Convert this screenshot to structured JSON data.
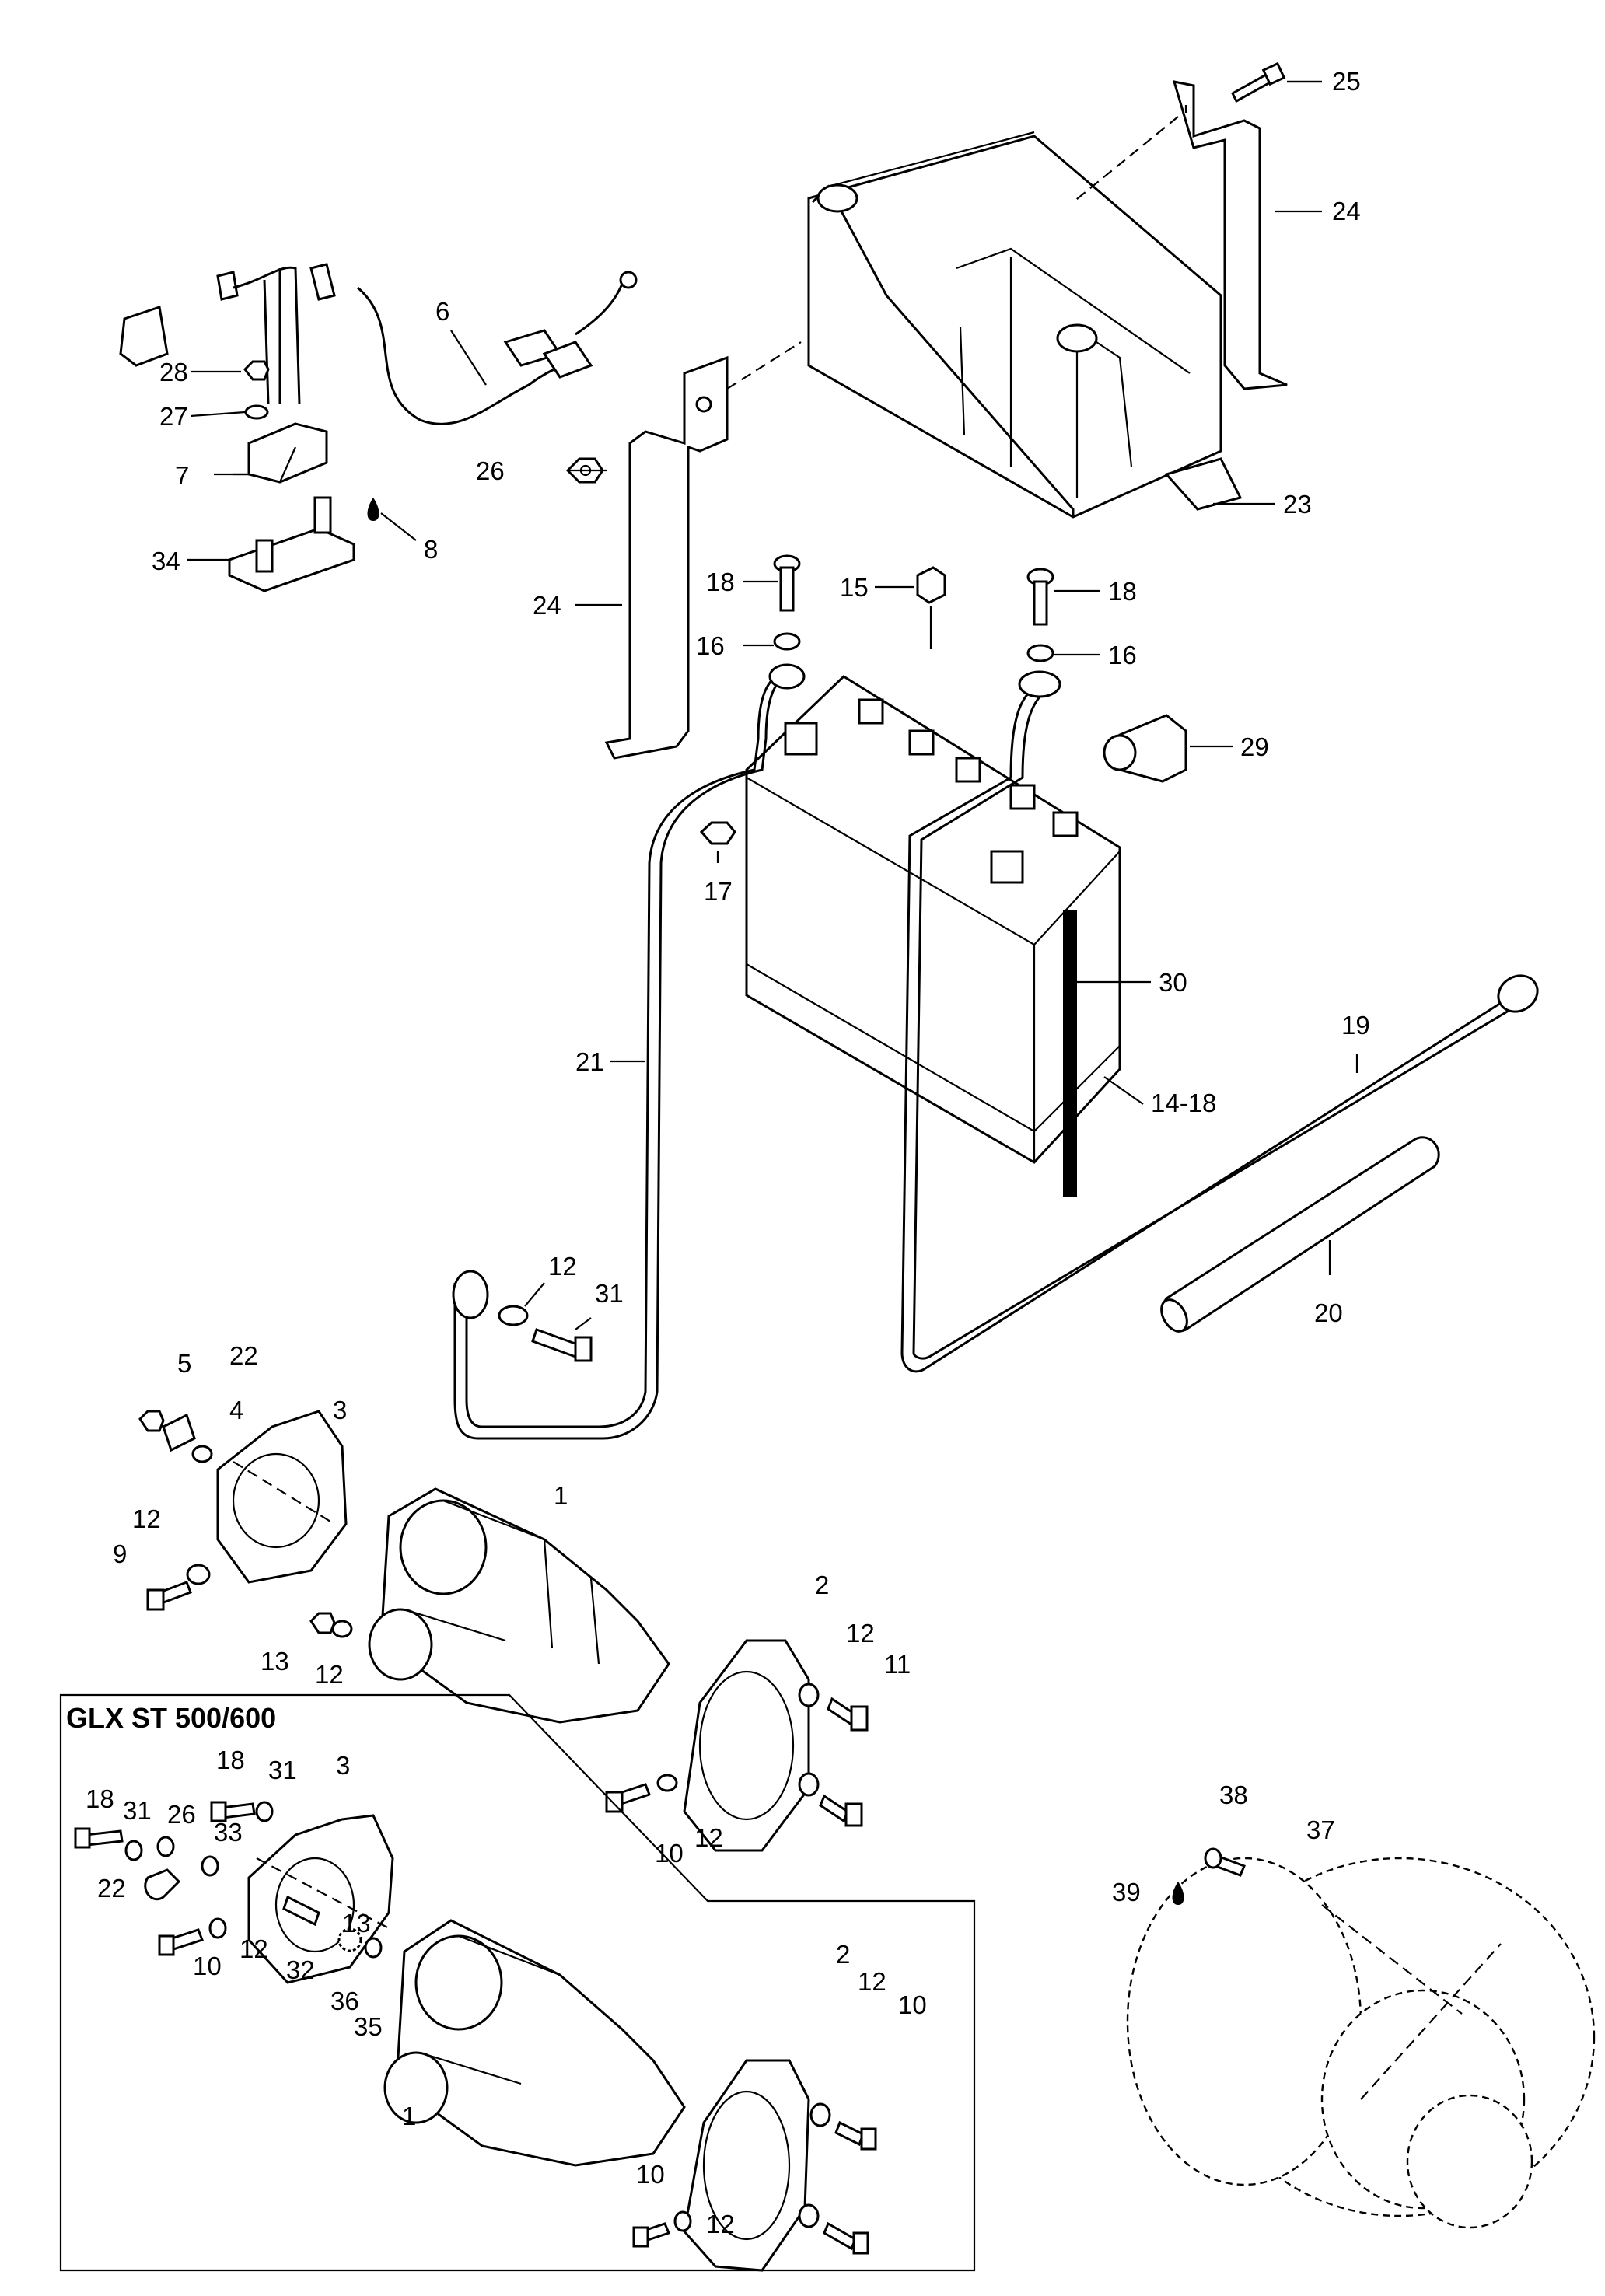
{
  "inset": {
    "title": "GLX ST 500/600"
  },
  "callouts": {
    "c1": "1",
    "c2": "2",
    "c3": "3",
    "c4": "4",
    "c5": "5",
    "c6": "6",
    "c7": "7",
    "c8": "8",
    "c9": "9",
    "c10": "10",
    "c11": "11",
    "c12": "12",
    "c13": "13",
    "c14_18": "14-18",
    "c15": "15",
    "c16": "16",
    "c17": "17",
    "c18": "18",
    "c19": "19",
    "c20": "20",
    "c21": "21",
    "c22": "22",
    "c23": "23",
    "c24": "24",
    "c25": "25",
    "c26": "26",
    "c27": "27",
    "c28": "28",
    "c29": "29",
    "c30": "30",
    "c31": "31",
    "c32": "32",
    "c33": "33",
    "c34": "34",
    "c35": "35",
    "c36": "36",
    "c37": "37",
    "c38": "38",
    "c39": "39"
  }
}
